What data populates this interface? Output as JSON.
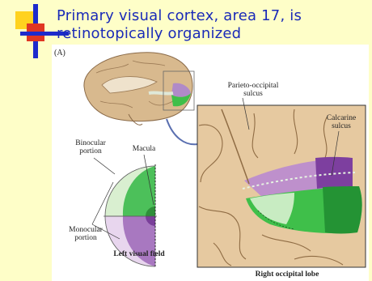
{
  "slide": {
    "title_line1": "Primary visual cortex, area 17, is",
    "title_line2": "retinotopically organized",
    "background_color": "#fefec8",
    "title_color": "#1a2ab8"
  },
  "figure": {
    "panel_label": "(A)",
    "labels": {
      "parieto_occipital_1": "Parieto-occipital",
      "parieto_occipital_2": "sulcus",
      "calcarine_1": "Calcarine",
      "calcarine_2": "sulcus",
      "binocular_1": "Binocular",
      "binocular_2": "portion",
      "macula": "Macula",
      "monocular_1": "Monocular",
      "monocular_2": "portion",
      "left_visual_field": "Left visual field",
      "right_occipital_lobe": "Right occipital lobe"
    },
    "colors": {
      "upper_field": "#a878c0",
      "lower_field": "#3fbf4a",
      "binocular_light": "#d9efd0",
      "brain_tan": "#d8b98e"
    }
  }
}
